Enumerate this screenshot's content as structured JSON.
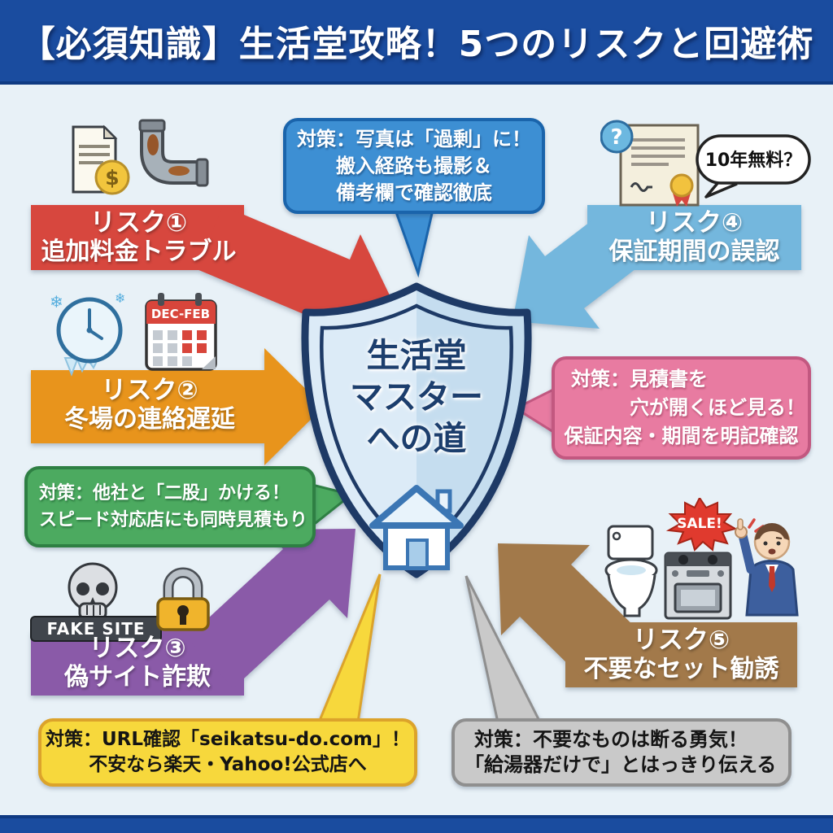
{
  "header": {
    "title": "【必須知識】生活堂攻略！5つのリスクと回避術"
  },
  "shield": {
    "line1": "生活堂",
    "line2": "マスター",
    "line3": "への道"
  },
  "risks": [
    {
      "label": "リスク①",
      "desc": "追加料金トラブル",
      "color": "#d7473e"
    },
    {
      "label": "リスク②",
      "desc": "冬場の連絡遅延",
      "color": "#e8941c"
    },
    {
      "label": "リスク③",
      "desc": "偽サイト詐欺",
      "color": "#8a5aa8"
    },
    {
      "label": "リスク④",
      "desc": "保証期間の誤認",
      "color": "#74b7dd"
    },
    {
      "label": "リスク⑤",
      "desc": "不要なセット勧誘",
      "color": "#a2794a"
    }
  ],
  "measures": {
    "photos": [
      "対策：写真は「過剰」に！",
      "搬入経路も撮影＆",
      "備考欄で確認徹底"
    ],
    "quote": [
      "対策：見積書を",
      "穴が開くほど見る！",
      "保証内容・期間を明記確認"
    ],
    "compare": [
      "対策：他社と「二股」かける！",
      "スピード対応店にも同時見積もり"
    ],
    "url": [
      "対策：URL確認「seikatsu-do.com」！",
      "不安なら楽天・Yahoo!公式店へ"
    ],
    "refuse": [
      "対策：不要なものは断る勇気！",
      "「給湯器だけで」とはっきり伝える"
    ]
  },
  "labels": {
    "speech_bubble": "10年無料？",
    "fake_site": "FAKE SITE",
    "calendar": "DEC-FEB",
    "sale": "SALE!",
    "coin": "$",
    "question": "?"
  },
  "colors": {
    "header_bg": "#1a4c9f",
    "background": "#e8f1f7",
    "bubble_blue": "#3d8fd3",
    "bubble_pink": "#e87ba1",
    "bubble_green": "#4caa60",
    "bubble_yellow": "#f7d83c",
    "bubble_gray": "#c9c9c9",
    "shield_fill": "#d5e7f5",
    "shield_border": "#1e3a66"
  }
}
